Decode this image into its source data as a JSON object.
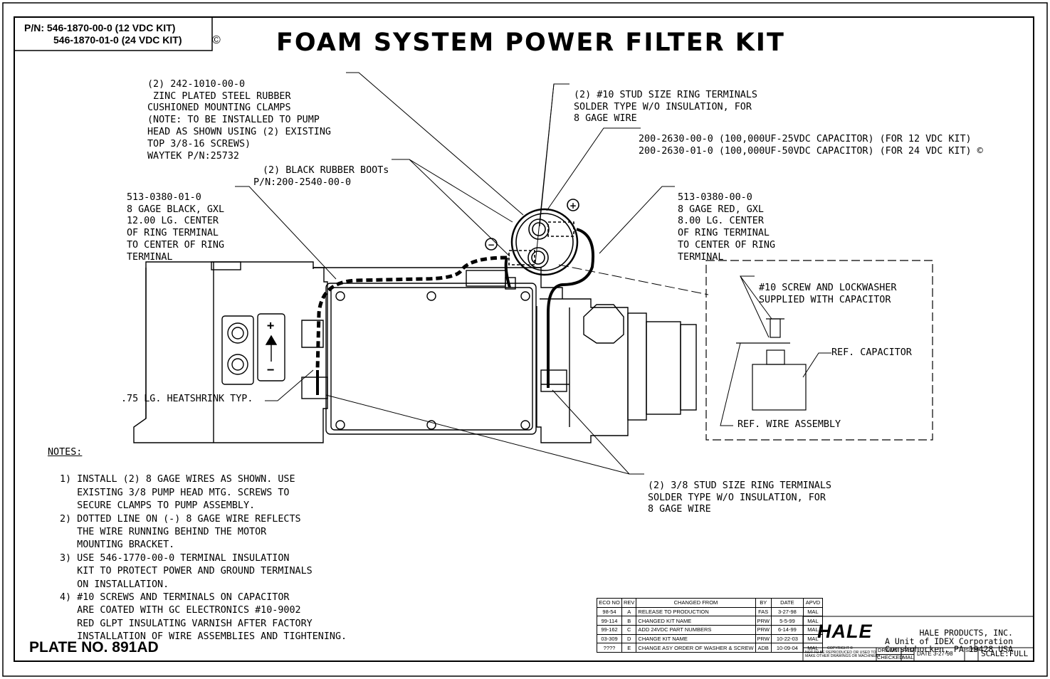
{
  "header": {
    "part_numbers": [
      "P/N: 546-1870-00-0 (12 VDC KIT)",
      "546-1870-01-0 (24 VDC KIT)"
    ],
    "copyright_mark": "©",
    "title": "FOAM SYSTEM POWER FILTER KIT"
  },
  "callouts": {
    "clamps": [
      "(2) 242-1010-00-0",
      " ZINC PLATED STEEL RUBBER",
      "CUSHIONED MOUNTING CLAMPS",
      "(NOTE: TO BE INSTALLED TO PUMP",
      "HEAD AS SHOWN USING (2) EXISTING",
      "TOP 3/8-16 SCREWS)",
      "WAYTEK P/N:25732"
    ],
    "ring_terminals_10": [
      "(2) #10 STUD SIZE RING TERMINALS",
      "SOLDER TYPE W/O INSULATION, FOR",
      "8 GAGE WIRE"
    ],
    "capacitor": [
      "200-2630-00-0 (100,000UF-25VDC CAPACITOR) (FOR 12 VDC KIT)",
      "200-2630-01-0 (100,000UF-50VDC CAPACITOR) (FOR 24 VDC KIT)"
    ],
    "boots": [
      "(2) BLACK RUBBER BOOTs",
      "P/N:200-2540-00-0"
    ],
    "black_wire": [
      "513-0380-01-0",
      "8 GAGE BLACK, GXL",
      "12.00 LG. CENTER",
      "OF RING TERMINAL",
      "TO CENTER OF RING",
      "TERMINAL"
    ],
    "red_wire": [
      "513-0380-00-0",
      "8 GAGE RED, GXL",
      "8.00 LG. CENTER",
      "OF RING TERMINAL",
      "TO CENTER OF RING",
      "TERMINAL"
    ],
    "screw": [
      "#10 SCREW AND LOCKWASHER",
      "SUPPLIED WITH CAPACITOR"
    ],
    "ref_capacitor": "REF. CAPACITOR",
    "ref_wire": "REF. WIRE ASSEMBLY",
    "heatshrink": ".75 LG. HEATSHRINK TYP.",
    "ring_terminals_38": [
      "(2) 3/8 STUD SIZE RING TERMINALS",
      "SOLDER TYPE W/O INSULATION, FOR",
      "8 GAGE WIRE"
    ],
    "plus": "+",
    "minus": "−"
  },
  "notes": {
    "heading": "NOTES:",
    "lines": [
      "1) INSTALL (2) 8 GAGE WIRES AS SHOWN. USE",
      "   EXISTING 3/8 PUMP HEAD MTG. SCREWS TO",
      "   SECURE CLAMPS TO PUMP ASSEMBLY.",
      "2) DOTTED LINE ON (-) 8 GAGE WIRE REFLECTS",
      "   THE WIRE RUNNING BEHIND THE MOTOR",
      "   MOUNTING BRACKET.",
      "3) USE 546-1770-00-0 TERMINAL INSULATION",
      "   KIT TO PROTECT POWER AND GROUND TERMINALS",
      "   ON INSTALLATION.",
      "4) #10 SCREWS AND TERMINALS ON CAPACITOR",
      "   ARE COATED WITH GC ELECTRONICS #10-9002",
      "   RED GLPT INSULATING VARNISH AFTER FACTORY",
      "   INSTALLATION OF WIRE ASSEMBLIES AND TIGHTENING."
    ]
  },
  "plate": "PLATE NO. 891AD",
  "revision_table": {
    "headers": [
      "ECO NO",
      "REV",
      "CHANGED FROM",
      "BY",
      "DATE",
      "APVD"
    ],
    "rows": [
      [
        "98-54",
        "A",
        "RELEASE TO PRODUCTION",
        "FAS",
        "3-27-98",
        "MAL"
      ],
      [
        "99-114",
        "B",
        "CHANGED KIT NAME",
        "PRW",
        "5-5-99",
        "MAL"
      ],
      [
        "99-162",
        "C",
        "ADD 24VDC PART NUMBERS",
        "PRW",
        "6-14-99",
        "MAL"
      ],
      [
        "03-309",
        "D",
        "CHANGE KIT NAME",
        "PRW",
        "10-22-03",
        "MAL"
      ],
      [
        "????",
        "E",
        "CHANGE ASY ORDER OF WASHER & SCREW",
        "ADB",
        "10-09-04",
        "MAL"
      ]
    ]
  },
  "title_block": {
    "logo": "HALE",
    "company": [
      "HALE PRODUCTS, INC.",
      "A Unit of IDEX Corporation",
      "Conshohocken, PA 19428 USA"
    ],
    "copyright": [
      "COPYRIGHT ©",
      "NOT TO BE REPRODUCED OR USED TO",
      "MAKE OTHER DRAWINGS OR MACHINERY"
    ],
    "drawn_label": "DRAWN",
    "drawn_by": "FAS",
    "checked_label": "CHECKED",
    "checked_by": "MAL",
    "date": "DATE 3-27-98",
    "size_label": "SIZE",
    "scale": "SCALE:FULL"
  }
}
